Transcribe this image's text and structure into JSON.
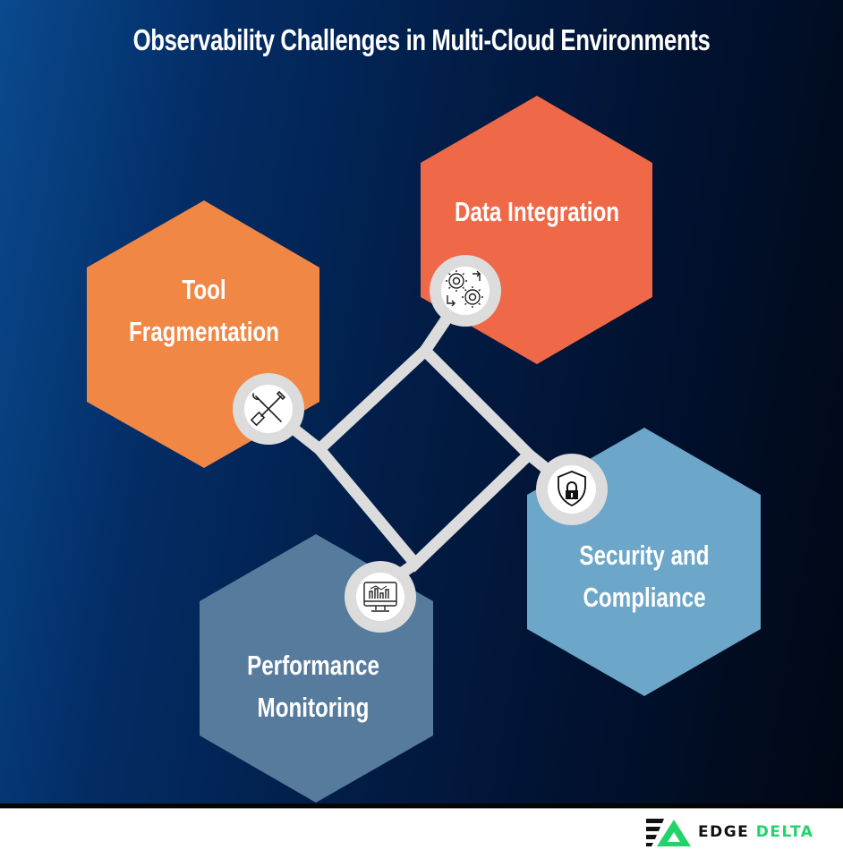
{
  "title": "Observability Challenges in Multi-Cloud Environments",
  "colors": {
    "tool_fragmentation": "#f08745",
    "data_integration": "#ef6847",
    "security_compliance": "#6ca6c8",
    "performance_monitoring": "#577b9c",
    "connector": "#dcdcdc",
    "brand_green": "#22d36a"
  },
  "challenges": [
    {
      "id": "tool-fragmentation",
      "line1": "Tool",
      "line2": "Fragmentation",
      "icon": "wrench-screwdriver-icon"
    },
    {
      "id": "data-integration",
      "line1": "Data Integration",
      "line2": "",
      "icon": "gears-sync-icon"
    },
    {
      "id": "security-compliance",
      "line1": "Security and",
      "line2": "Compliance",
      "icon": "shield-lock-icon"
    },
    {
      "id": "performance-monitoring",
      "line1": "Performance",
      "line2": "Monitoring",
      "icon": "monitor-chart-icon"
    }
  ],
  "logo": {
    "word1": "EDGE",
    "word2": "DELTA"
  }
}
